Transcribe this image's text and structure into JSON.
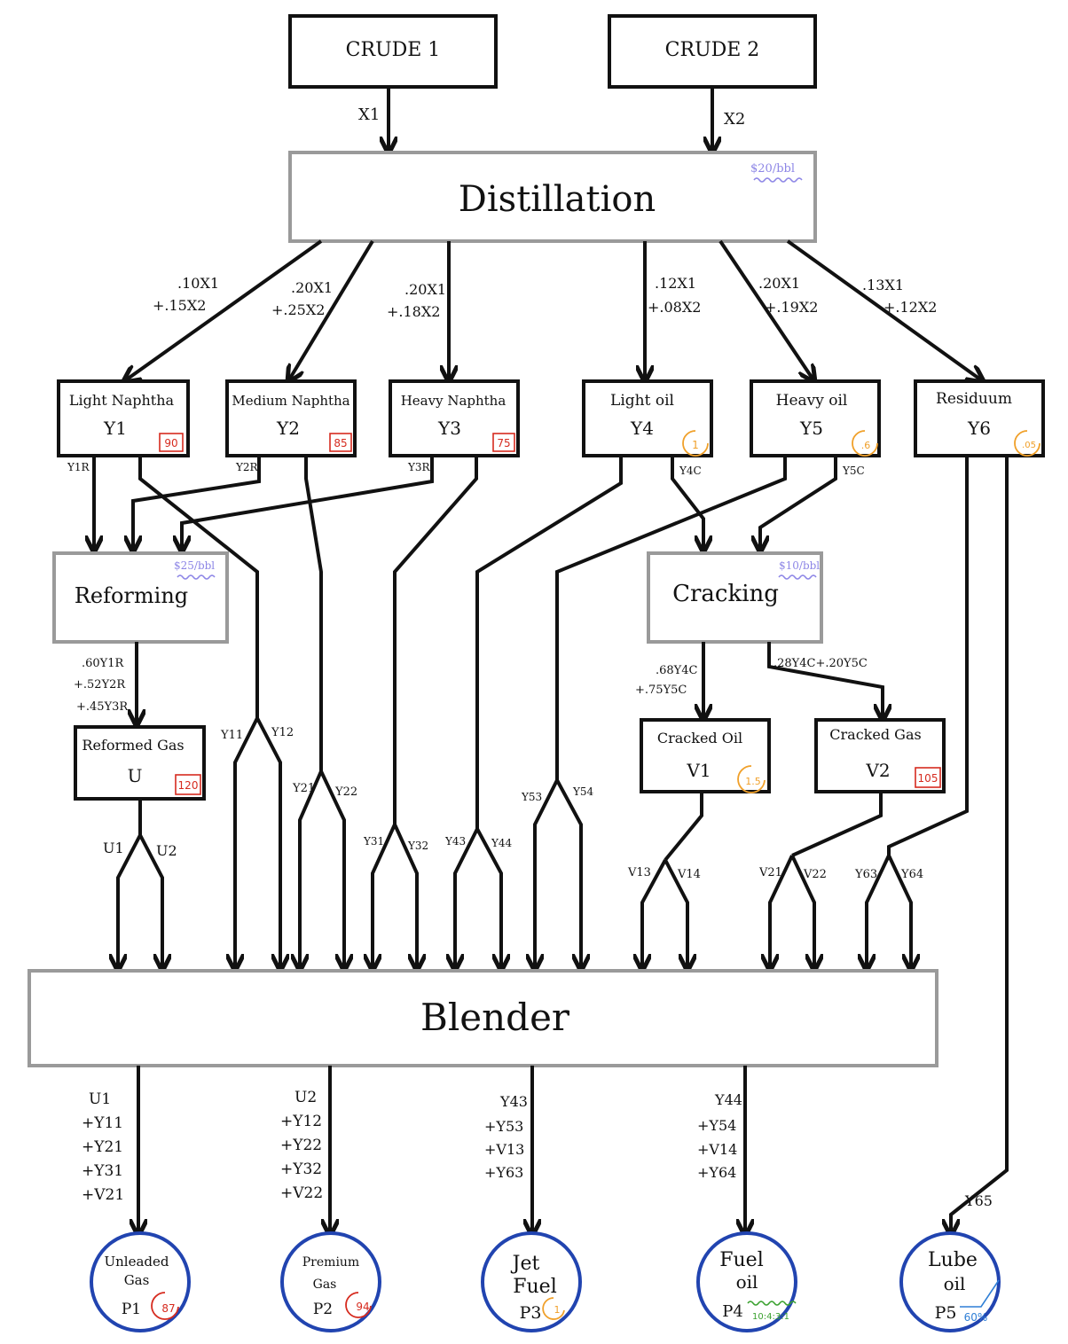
{
  "crudes": [
    {
      "label": "CRUDE 1",
      "flow": "X1"
    },
    {
      "label": "CRUDE 2",
      "flow": "X2"
    }
  ],
  "distillation": {
    "label": "Distillation",
    "cost": "$20/bbl"
  },
  "fractions": [
    {
      "name": "Light Naphtha",
      "var": "Y1",
      "octane": "90",
      "coef": [
        ".10X1",
        "+.15X2"
      ],
      "badge_color": "#d62b1f"
    },
    {
      "name": "Medium Naphtha",
      "var": "Y2",
      "octane": "85",
      "coef": [
        ".20X1",
        "+.25X2"
      ],
      "badge_color": "#d62b1f"
    },
    {
      "name": "Heavy Naphtha",
      "var": "Y3",
      "octane": "75",
      "coef": [
        ".20X1",
        "+.18X2"
      ],
      "badge_color": "#d62b1f"
    },
    {
      "name": "Light oil",
      "var": "Y4",
      "octane": "1",
      "coef": [
        ".12X1",
        "+.08X2"
      ],
      "badge_color": "#f0a02a"
    },
    {
      "name": "Heavy oil",
      "var": "Y5",
      "octane": ".6",
      "coef": [
        ".20X1",
        "+.19X2"
      ],
      "badge_color": "#f0a02a"
    },
    {
      "name": "Residuum",
      "var": "Y6",
      "octane": ".05",
      "coef": [
        ".13X1",
        "+.12X2"
      ],
      "badge_color": "#f0a02a"
    }
  ],
  "reforming": {
    "label": "Reforming",
    "cost": "$25/bbl",
    "yield": [
      ".60Y1R",
      "+.52Y2R",
      "+.45Y3R"
    ]
  },
  "reformed_gas": {
    "name": "Reformed Gas",
    "var": "U",
    "octane": "120"
  },
  "cracking": {
    "label": "Cracking",
    "cost": "$10/bbl",
    "yield_oil": [
      ".68Y4C",
      "+.75Y5C"
    ],
    "yield_gas": ".28Y4C+.20Y5C"
  },
  "cracked_oil": {
    "name": "Cracked Oil",
    "var": "V1",
    "octane": "1.5"
  },
  "cracked_gas": {
    "name": "Cracked Gas",
    "var": "V2",
    "octane": "105"
  },
  "blender": {
    "label": "Blender"
  },
  "stream_labels": {
    "y1r": "Y1R",
    "y2r": "Y2R",
    "y3r": "Y3R",
    "y4c": "Y4C",
    "y5c": "Y5C",
    "y11": "Y11",
    "y12": "Y12",
    "y21": "Y21",
    "y22": "Y22",
    "y31": "Y31",
    "y32": "Y32",
    "y43": "Y43",
    "y44": "Y44",
    "y53": "Y53",
    "y54": "Y54",
    "u1": "U1",
    "u2": "U2",
    "v13": "V13",
    "v14": "V14",
    "v21": "V21",
    "v22": "V22",
    "y63": "Y63",
    "y64": "Y64",
    "y65": "Y65"
  },
  "product_inputs": [
    [
      "U1",
      "+Y11",
      "+Y21",
      "+Y31",
      "+V21"
    ],
    [
      "U2",
      "+Y12",
      "+Y22",
      "+Y32",
      "+V22"
    ],
    [
      "Y43",
      "+Y53",
      "+V13",
      "+Y63"
    ],
    [
      "Y44",
      "+Y54",
      "+V14",
      "+Y64"
    ]
  ],
  "products": [
    {
      "name": [
        "Unleaded",
        "Gas"
      ],
      "var": "P1",
      "badge": "87",
      "badge_color": "#d62b1f"
    },
    {
      "name": [
        "Premium",
        "Gas"
      ],
      "var": "P2",
      "badge": "94",
      "badge_color": "#d62b1f"
    },
    {
      "name": [
        "Jet",
        "Fuel"
      ],
      "var": "P3",
      "badge": "1",
      "badge_color": "#f0a02a"
    },
    {
      "name": [
        "Fuel",
        "oil"
      ],
      "var": "P4",
      "badge": "10:4:3:1",
      "badge_color": "#3aa12f"
    },
    {
      "name": [
        "Lube",
        "oil"
      ],
      "var": "P5",
      "badge": "60%",
      "badge_color": "#2f7fd6"
    }
  ],
  "colors": {
    "cost_tag": "#8d86e6",
    "process_border": "#9a9a9a",
    "product_border": "#2144b0"
  }
}
